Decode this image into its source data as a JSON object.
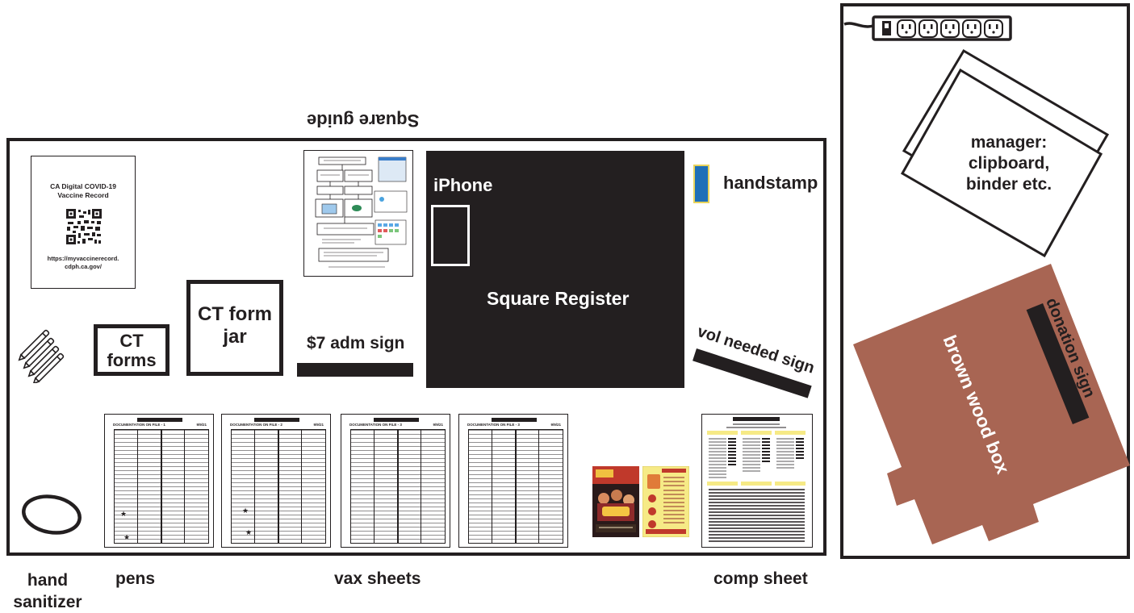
{
  "labels": {
    "square_guide": "Square guide",
    "iphone": "iPhone",
    "square_register": "Square Register",
    "handstamp": "handstamp",
    "vol_needed_sign": "vol needed sign",
    "adm_sign": "$7 adm sign",
    "ct_form_jar": "CT form jar",
    "ct_forms": "CT forms",
    "manager": "manager: clipboard, binder etc.",
    "donation_sign": "donation sign",
    "brown_wood_box": "brown wood box",
    "hand_sanitizer": "hand sanitizer",
    "pens": "pens",
    "vax_sheets": "vax sheets",
    "comp_sheet": "comp sheet"
  },
  "vaccine_card": {
    "title": "CA Digital COVID-19 Vaccine Record",
    "url": "https://myvaccinerecord. cdph.ca.gov/"
  },
  "vax_sheets": [
    {
      "title": "DOCUMENTATION ON FILE - 1",
      "date": "9/9/21"
    },
    {
      "title": "DOCUMENTATION ON FILE - 2",
      "date": "9/9/21"
    },
    {
      "title": "DOCUMENTATION ON FILE - 3",
      "date": "9/9/21"
    },
    {
      "title": "DOCUMENTATION ON FILE - 3",
      "date": "9/9/21"
    }
  ],
  "colors": {
    "brown_box": "#a86553",
    "register": "#231f20",
    "handstamp": "#1f6fb8",
    "comp_yellow": "#f6ea86"
  }
}
